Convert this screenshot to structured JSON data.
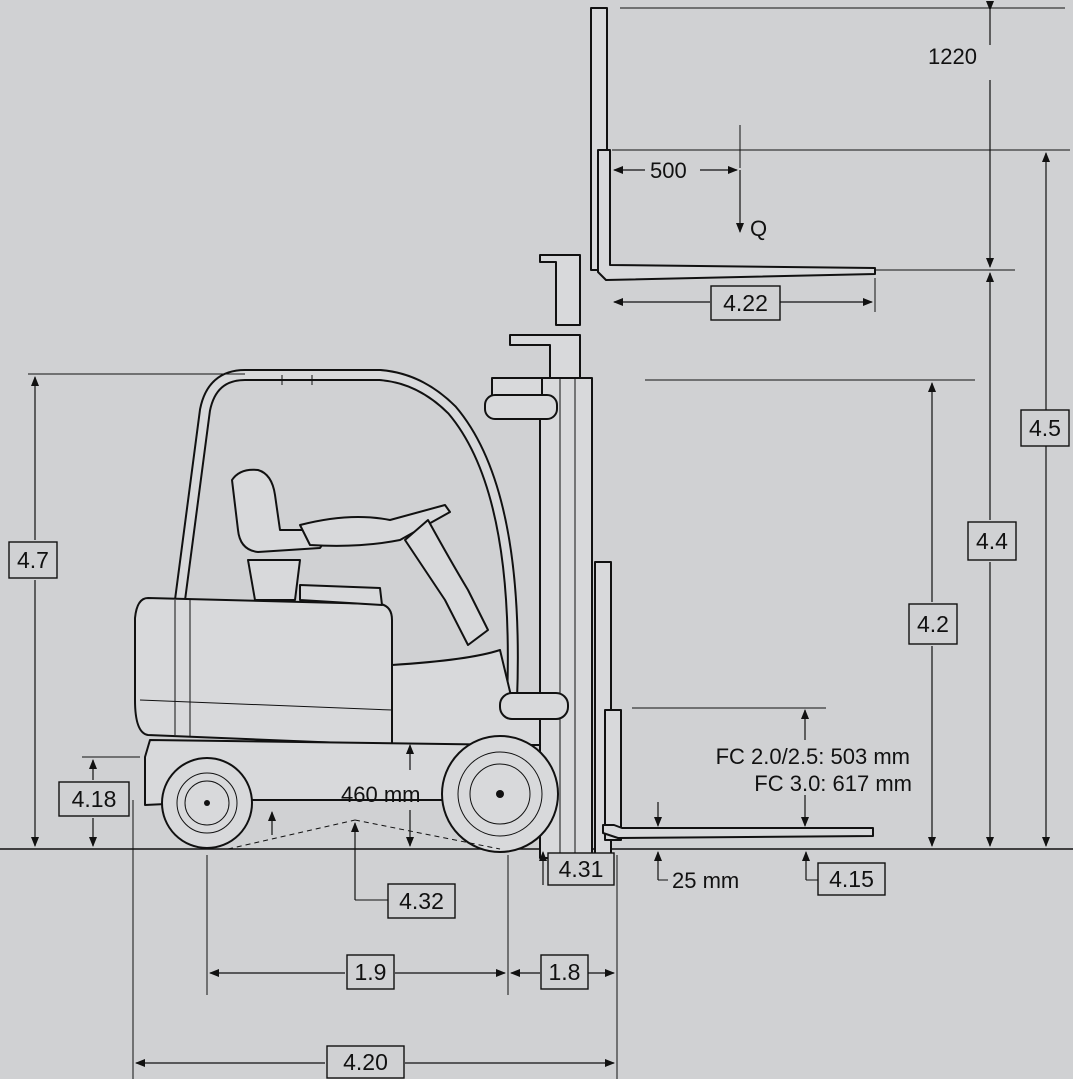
{
  "labels": {
    "dim_1220": "1220",
    "dim_500": "500",
    "load": "Q",
    "mm_460": "460 mm",
    "fc_line1": "FC 2.0/2.5: 503 mm",
    "fc_line2": "FC 3.0: 617 mm",
    "mm_25": "25 mm"
  },
  "boxes": {
    "b422": "4.22",
    "b45": "4.5",
    "b44": "4.4",
    "b42": "4.2",
    "b47": "4.7",
    "b418": "4.18",
    "b432": "4.32",
    "b431": "4.31",
    "b415": "4.15",
    "b19": "1.9",
    "b18": "1.8",
    "b420": "4.20"
  }
}
